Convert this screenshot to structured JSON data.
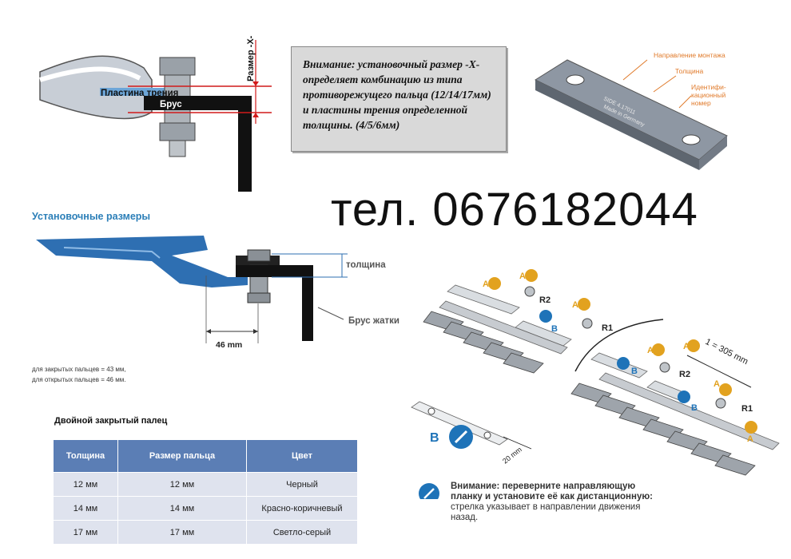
{
  "top_left_diagram": {
    "label_plate": "Пластина трения",
    "label_bar": "Брус",
    "label_size": "Размер -X-"
  },
  "note_box": {
    "text": "Внимание: установочный размер -X- определяет комбинацию из типа противорежущего пальца (12/14/17мм) и пластины трения определенной толщины. (4/5/6мм)"
  },
  "plate_diagram": {
    "label_direction": "Направление монтажа",
    "label_thickness": "Толщина",
    "label_id_line1": "Идентифи-",
    "label_id_line2": "кационный",
    "label_id_line3": "номер",
    "engraving_line1": "SIDE  4.17011",
    "engraving_line2": "Made in Germany"
  },
  "phone": "тел. 0676182044",
  "install_sizes": {
    "title": "Установочные размеры",
    "label_thickness": "толщина",
    "label_bar": "Брус жатки",
    "dim_value": "46 mm",
    "note_line1": "для закрытых пальцев = 43 мм,",
    "note_line2": "для открытых пальцев = 46 мм."
  },
  "table": {
    "title": "Двойной закрытый палец",
    "headers": [
      "Толщина",
      "Размер пальца",
      "Цвет"
    ],
    "rows": [
      [
        "12 мм",
        "12 мм",
        "Черный"
      ],
      [
        "14 мм",
        "14 мм",
        "Красно-коричневый"
      ],
      [
        "17 мм",
        "17 мм",
        "Светло-серый"
      ]
    ]
  },
  "assembly": {
    "label_a": "A",
    "label_b": "B",
    "label_r1": "R1",
    "label_r2": "R2",
    "dim_span": "1 = 305 mm",
    "dim_width": "20 mm",
    "warning_bold_line1": "Внимание: переверните направляющую",
    "warning_bold_line2": "планку и установите её как дистанционную:",
    "warning_normal_line1": "стрелка указывает в направлении движения",
    "warning_normal_line2": "назад."
  },
  "colors": {
    "blue_part": "#2e6fb2",
    "badge_orange": "#e2a21f",
    "badge_blue": "#1e73b8",
    "table_header": "#5b7eb5",
    "table_cell": "#dfe3ee",
    "red_line": "#d11a1a",
    "accent_orange": "#e07a2a"
  }
}
